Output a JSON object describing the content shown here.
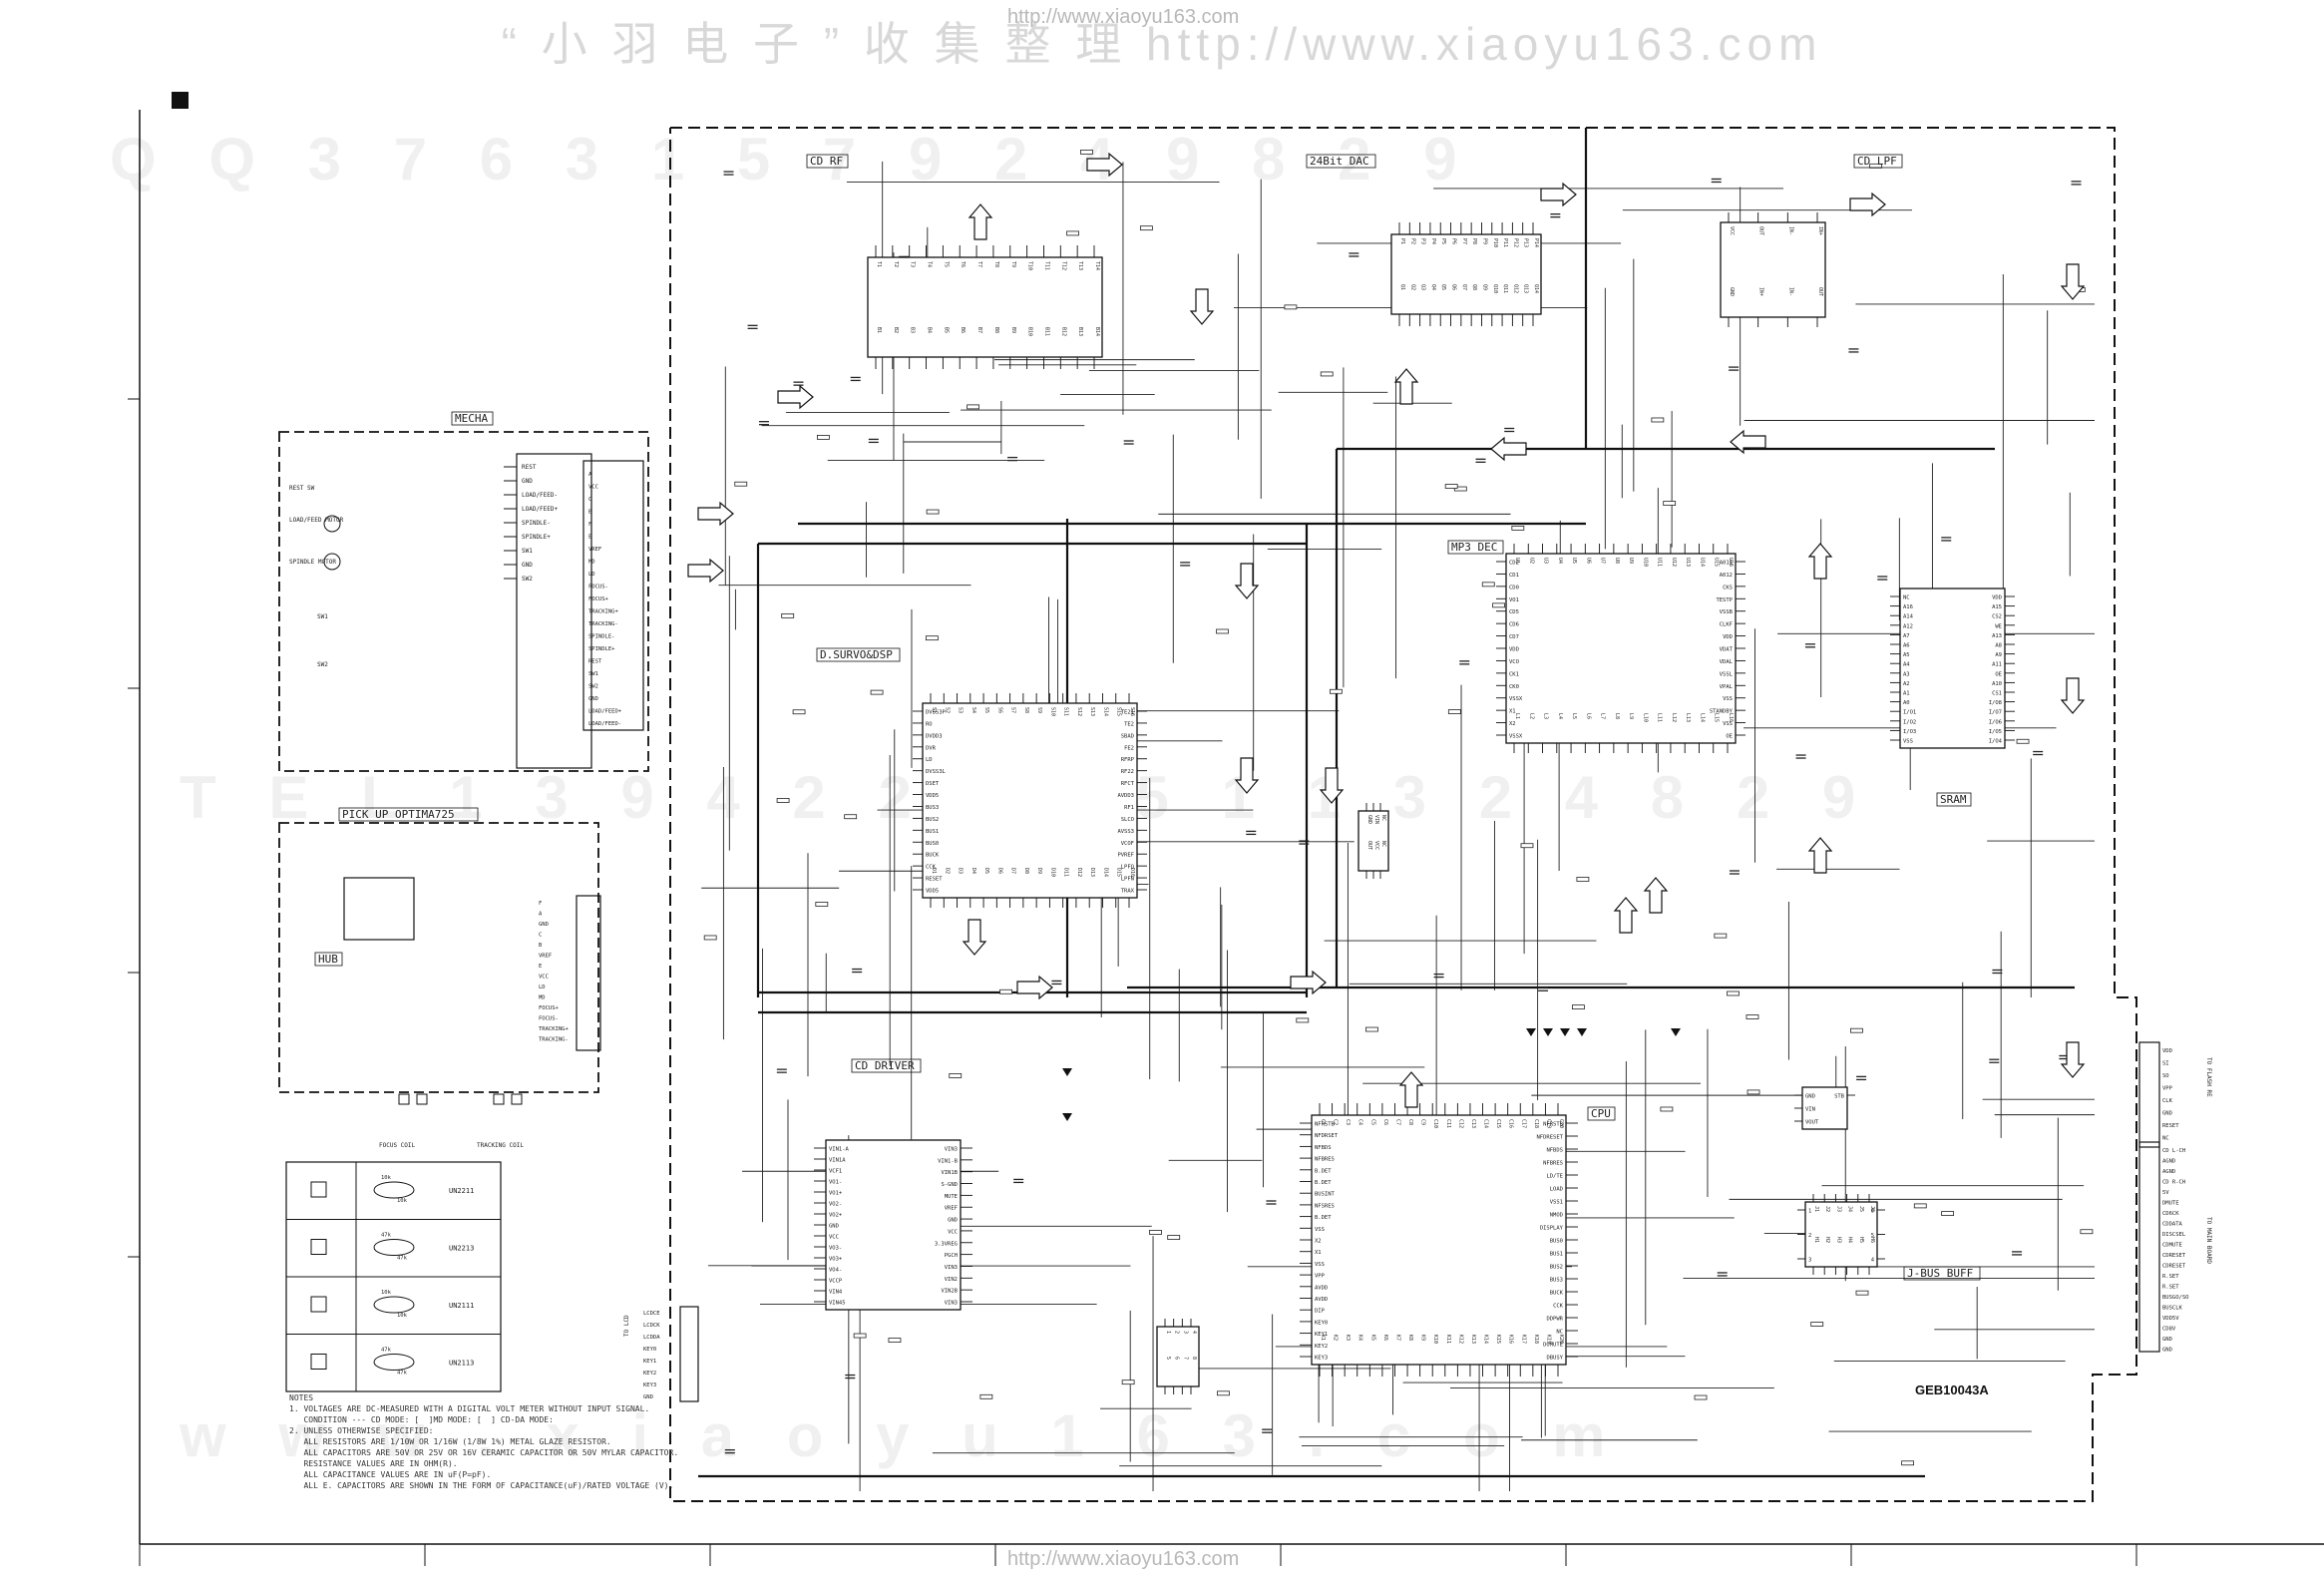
{
  "header": {
    "watermark_cn": "“ 小 羽 电 子 ” 收 集 整 理",
    "watermark_url": "http://www.xiaoyu163.com",
    "top_url": "http://www.xiaoyu163.com",
    "bottom_url": "http://www.xiaoyu163.com"
  },
  "drawing": {
    "document_number": "GEB10043A",
    "blocks": [
      {
        "key": "cd_rf",
        "label": "CD RF"
      },
      {
        "key": "dac",
        "label": "24Bit DAC"
      },
      {
        "key": "cd_lpf",
        "label": "CD LPF"
      },
      {
        "key": "mp3_dec",
        "label": "MP3 DEC"
      },
      {
        "key": "servo",
        "label": "D.SURVO&DSP"
      },
      {
        "key": "sram",
        "label": "SRAM"
      },
      {
        "key": "cd_driver",
        "label": "CD DRIVER"
      },
      {
        "key": "cpu",
        "label": "CPU"
      },
      {
        "key": "jbus",
        "label": "J-BUS BUFF"
      },
      {
        "key": "mecha",
        "label": "MECHA"
      },
      {
        "key": "pickup",
        "label": "PICK UP   OPTIMA725"
      },
      {
        "key": "hub",
        "label": "HUB"
      }
    ],
    "mecha_pins": [
      "REST",
      "GND",
      "LOAD/FEED-",
      "LOAD/FEED+",
      "SPINDLE-",
      "SPINDLE+",
      "SW1",
      "GND",
      "SW2"
    ],
    "mecha_parts": [
      "REST SW",
      "LOAD/FEED MOTOR",
      "SPINDLE MOTOR",
      "SW1",
      "SW2"
    ],
    "harness_pins": [
      "A",
      "VCC",
      "C",
      "B",
      "F",
      "E",
      "VREF",
      "MD",
      "LD",
      "FOCUS-",
      "FOCUS+",
      "TRACKING+",
      "TRACKING-",
      "SPINDLE-",
      "SPINDLE+",
      "REST",
      "SW1",
      "SW2",
      "GND",
      "LOAD/FEED+",
      "LOAD/FEED-"
    ],
    "pickup_pins": [
      "F",
      "A",
      "GND",
      "C",
      "B",
      "VREF",
      "E",
      "VCC",
      "LD",
      "MD",
      "FOCUS+",
      "FOCUS-",
      "TRACKING+",
      "TRACKING-"
    ],
    "pickup_parts": [
      "FOCUS COIL",
      "TRACKING COIL"
    ],
    "transistor_table": [
      {
        "r1": "10k",
        "r2": "10k",
        "part": "UN2211"
      },
      {
        "r1": "47k",
        "r2": "47k",
        "part": "UN2213"
      },
      {
        "r1": "10k",
        "r2": "10k",
        "part": "UN2111"
      },
      {
        "r1": "47k",
        "r2": "47k",
        "part": "UN2113"
      }
    ],
    "servo_pins": [
      "DVSS3P",
      "RO",
      "DVDD3",
      "DVR",
      "LD",
      "DVSS3L",
      "DSET",
      "VDD5",
      "BUS3",
      "BUS2",
      "BUS1",
      "BUS0",
      "BUCK",
      "CCK",
      "RESET",
      "VDD5"
    ],
    "servo_pins_right": [
      "TE21",
      "TE2",
      "SBAD",
      "FE2",
      "RFRP",
      "RF22",
      "RFCT",
      "AVDD3",
      "RF1",
      "SLCO",
      "AVSS3",
      "VCOF",
      "PVREF",
      "LPFO",
      "LPFN",
      "TRAX"
    ],
    "mp3_pins_left": [
      "CD2",
      "CD1",
      "CD0",
      "VO1",
      "CD5",
      "CD6",
      "CD7",
      "VDD",
      "VCO",
      "CK1",
      "CK0",
      "VSSX",
      "X1",
      "X2",
      "VSSX"
    ],
    "mp3_pins_right": [
      "A011",
      "A012",
      "CKS",
      "TESTP",
      "VSSB",
      "CLKF",
      "VDD",
      "VDAT",
      "VDAL",
      "VSSL",
      "VPAL",
      "VSS",
      "STANDBY",
      "VSS",
      "OE"
    ],
    "sram_pins_left": [
      "NC",
      "A16",
      "A14",
      "A12",
      "A7",
      "A6",
      "A5",
      "A4",
      "A3",
      "A2",
      "A1",
      "A0",
      "I/O1",
      "I/O2",
      "I/O3",
      "VSS"
    ],
    "sram_pins_right": [
      "VDD",
      "A15",
      "CS2",
      "WE",
      "A13",
      "A8",
      "A9",
      "A11",
      "OE",
      "A10",
      "CS1",
      "I/O8",
      "I/O7",
      "I/O6",
      "I/O5",
      "I/O4"
    ],
    "driver_pins_left": [
      "VIN1-A",
      "VIN1A",
      "VCF1",
      "VO1-",
      "VO1+",
      "VO2-",
      "VO2+",
      "GND",
      "VCC",
      "VO3-",
      "VO3+",
      "VO4-",
      "VCCP",
      "VIN4",
      "VIN45"
    ],
    "driver_pins_right": [
      "VIN3",
      "VIN1-B",
      "VIN1B",
      "S-GND",
      "MUTE",
      "VREF",
      "GND",
      "VCC",
      "3.3VREG",
      "PGCH",
      "VIN3",
      "VIN2",
      "VIN2B",
      "VIN3"
    ],
    "cpu_pins_left": [
      "NFRSTB",
      "NFDRSET",
      "NFBDS",
      "NFBRES",
      "B.DET",
      "B.DET",
      "BUSINT",
      "NFSRES",
      "B.DET",
      "VSS",
      "X2",
      "X1",
      "VSS",
      "VPP",
      "AVDD",
      "AVDD",
      "DIP",
      "KEY0",
      "KEY1",
      "KEY2",
      "KEY3"
    ],
    "cpu_pins_right": [
      "NFRSTB",
      "NFDRESET",
      "NFBDS",
      "NFBRES",
      "LD/TE",
      "LOAD",
      "VSS1",
      "NMOD",
      "DISPLAY",
      "BUS0",
      "BUS1",
      "BUS2",
      "BUS3",
      "BUCK",
      "CCK",
      "DDPWR",
      "NC",
      "DOMUTE",
      "DBUSY"
    ],
    "jbus_connector": [
      "CD L-CH",
      "AGND",
      "AGND",
      "CD R-CH",
      "5V",
      "DMUTE",
      "CD6CK",
      "CDDATA",
      "DISCSEL",
      "CDMUTE",
      "CDRESET",
      "CDRESET",
      "R.SET",
      "R.SET",
      "BUSGO/SO",
      "BUSCLK",
      "VDD5V",
      "CD8V",
      "GND",
      "GND"
    ],
    "jbus_group": "TO MAIN BOARD",
    "flash_connector": [
      "VDD",
      "SI",
      "SO",
      "VPP",
      "CLK",
      "GND",
      "RESET",
      "NC"
    ],
    "flash_group": "TO FLASH RE",
    "key_connector": [
      "LCDCE",
      "LCDCK",
      "LCDDA",
      "KEY0",
      "KEY1",
      "KEY2",
      "KEY3",
      "GND"
    ],
    "key_group": "TO LCD",
    "regulator": [
      "GND",
      "VIN",
      "VOUT",
      "STB"
    ]
  },
  "notes": {
    "title": "NOTES",
    "lines": [
      "1. VOLTAGES ARE DC-MEASURED WITH A DIGITAL VOLT METER WITHOUT INPUT SIGNAL.",
      "   CONDITION --- CD MODE: [  ]MD MODE: [  ] CD-DA MODE:",
      "2. UNLESS OTHERWISE SPECIFIED:",
      "   ALL RESISTORS ARE 1/10W OR 1/16W (1/8W 1%) METAL GLAZE RESISTOR.",
      "   ALL CAPACITORS ARE 50V OR 25V OR 16V CERAMIC CAPACITOR OR 50V MYLAR CAPACITOR.",
      "   RESISTANCE VALUES ARE IN OHM(R).",
      "   ALL CAPACITANCE VALUES ARE IN uF(P=pF).",
      "   ALL E. CAPACITORS ARE SHOWN IN THE FORM OF CAPACITANCE(uF)/RATED VOLTAGE (V)."
    ]
  },
  "background_watermarks": [
    "Q Q 3 7 6 3 1 5 7 9 2 4 9 8 2 9",
    "T E L 1 3 9 4 2 2 9 6 5 1 1 3 2 4 8 2 9",
    "w w w . x i a o y u 1 6 3 . c o m"
  ]
}
